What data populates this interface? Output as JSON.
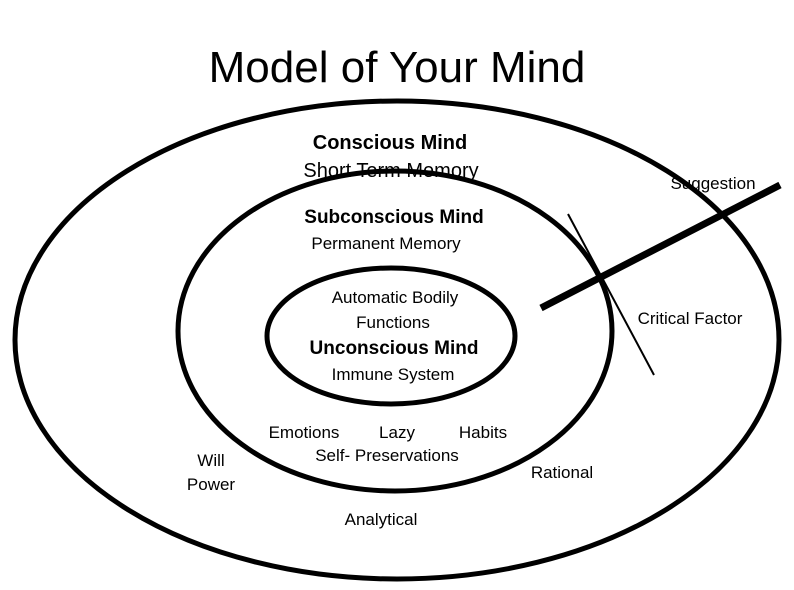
{
  "title": "Model of Your Mind",
  "outer": {
    "heading": "Conscious Mind",
    "subheading": "Short Term Memory"
  },
  "middle": {
    "heading": "Subconscious Mind",
    "subheading": "Permanent Memory"
  },
  "inner": {
    "line1": "Automatic Bodily",
    "line2": "Functions",
    "heading": "Unconscious Mind",
    "subheading": "Immune System"
  },
  "subconscious_traits": {
    "emotions": "Emotions",
    "lazy": "Lazy",
    "habits": "Habits",
    "self_preservations": "Self- Preservations"
  },
  "conscious_traits": {
    "will": "Will",
    "power": "Power",
    "rational": "Rational",
    "analytical": "Analytical"
  },
  "suggestion_label": "Suggestion",
  "critical_factor_label": "Critical Factor",
  "colors": {
    "stroke": "#000000",
    "background": "#ffffff"
  }
}
